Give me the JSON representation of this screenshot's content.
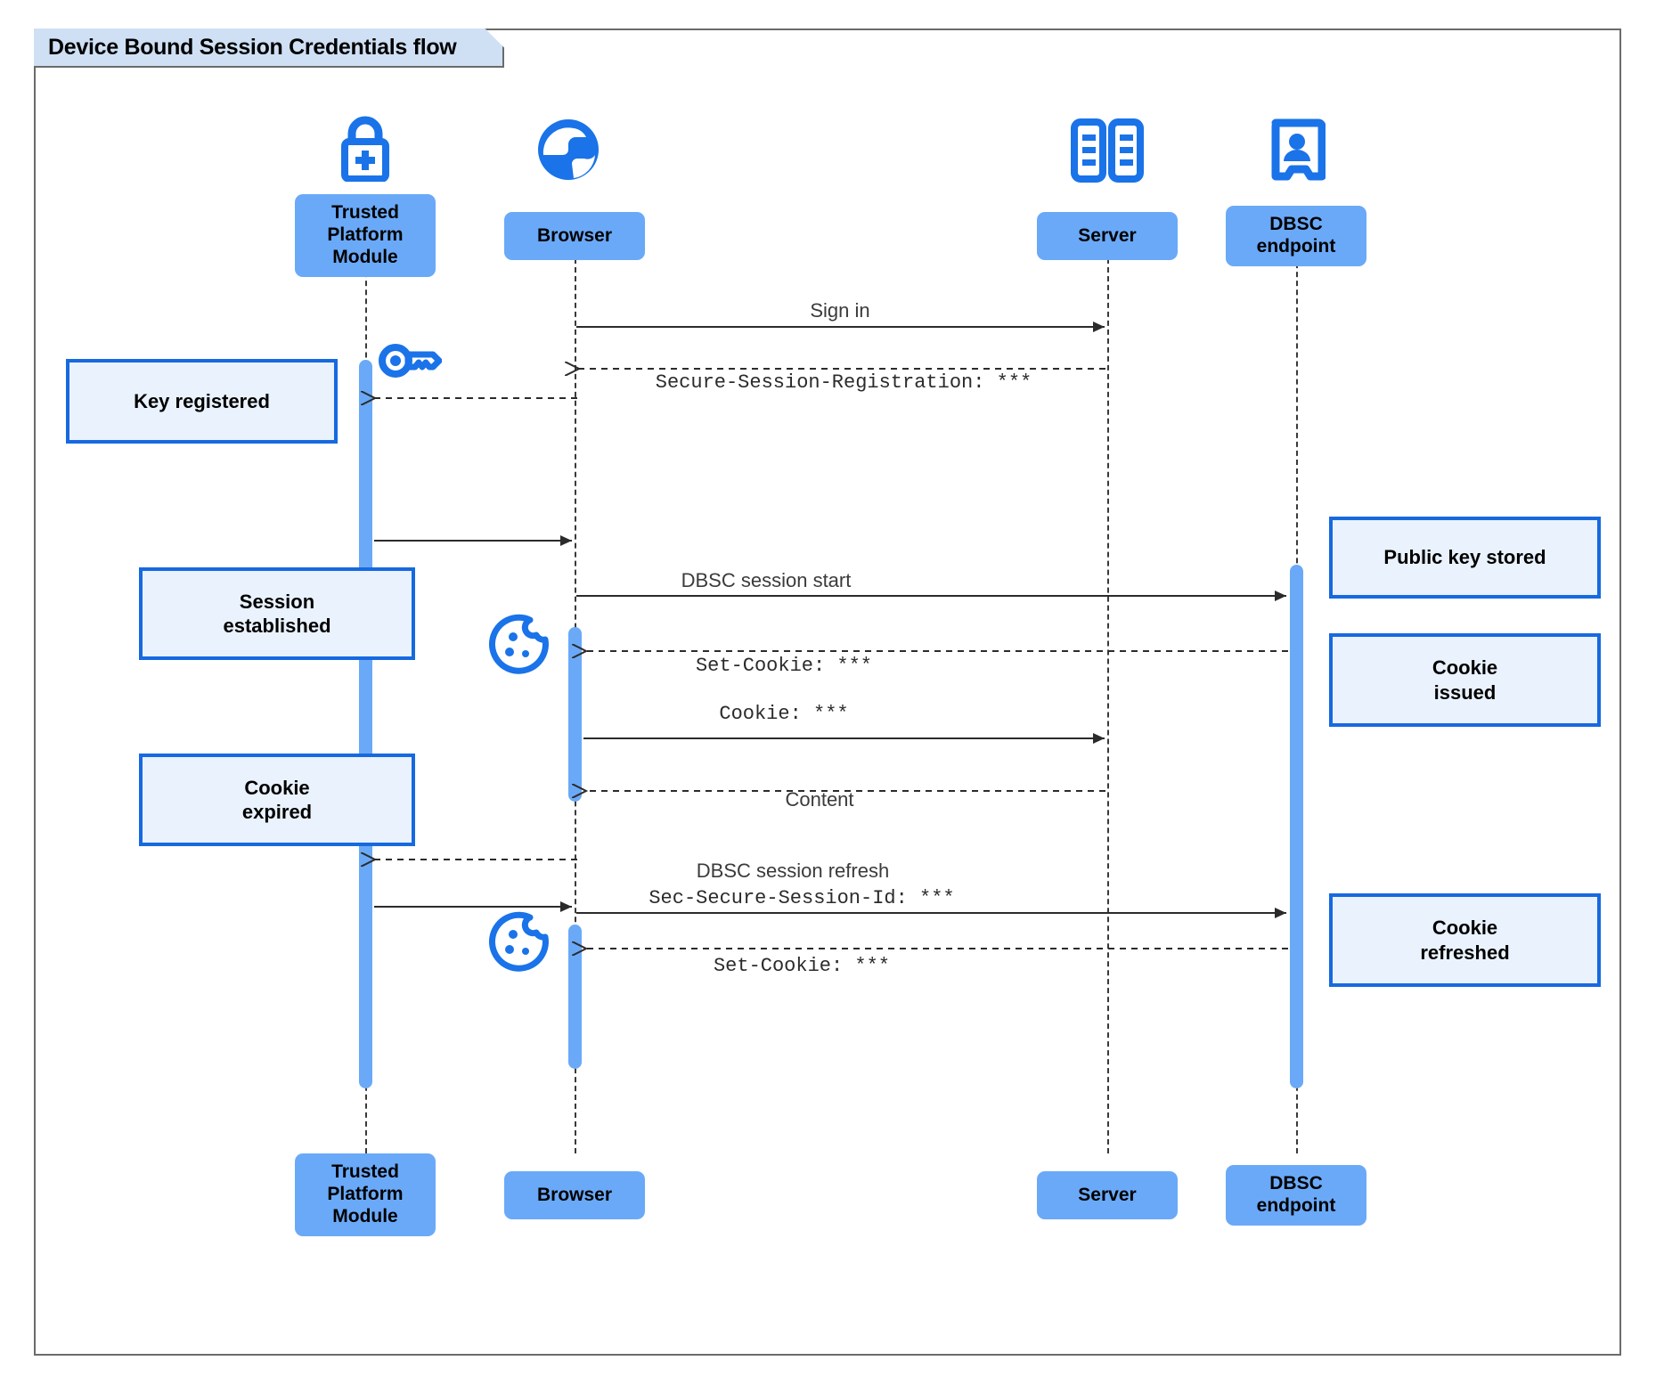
{
  "diagram": {
    "kind": "uml-sequence-diagram",
    "title": "Device Bound Session Credentials flow",
    "colors": {
      "participant_fill": "#6aa9f8",
      "note_fill": "#eaf2fd",
      "note_border": "#1769e0",
      "icon_blue": "#1a73e8",
      "frame_border": "#6b6b6b",
      "title_fill": "#cfe0f5",
      "lifeline": "#3a3a3a"
    }
  },
  "participants": [
    {
      "id": "tpm",
      "label": "Trusted\nPlatform\nModule",
      "icon": "padlock-plus-icon"
    },
    {
      "id": "browser",
      "label": "Browser",
      "icon": "globe-icon"
    },
    {
      "id": "server",
      "label": "Server",
      "icon": "server-rack-icon"
    },
    {
      "id": "dbsc",
      "label": "DBSC\nendpoint",
      "icon": "id-badge-icon"
    }
  ],
  "messages": [
    {
      "id": "m1",
      "label": "Sign in",
      "style": "sans",
      "from": "browser",
      "to": "server",
      "arrow": "solid"
    },
    {
      "id": "m2",
      "label": "Secure-Session-Registration: ***",
      "style": "mono",
      "from": "server",
      "to": "browser",
      "arrow": "dashed"
    },
    {
      "id": "m3",
      "label": "",
      "style": "sans",
      "from": "server",
      "to": "tpm",
      "arrow": "dashed"
    },
    {
      "id": "m4",
      "label": "",
      "style": "sans",
      "from": "tpm",
      "to": "browser",
      "arrow": "solid"
    },
    {
      "id": "m5",
      "label": "DBSC session start",
      "style": "sans",
      "from": "browser",
      "to": "dbsc",
      "arrow": "solid"
    },
    {
      "id": "m6",
      "label": "Set-Cookie: ***",
      "style": "mono",
      "from": "dbsc",
      "to": "browser",
      "arrow": "dashed"
    },
    {
      "id": "m7",
      "label": "Cookie: ***",
      "style": "mono",
      "from": "browser",
      "to": "server",
      "arrow": "solid"
    },
    {
      "id": "m8",
      "label": "Content",
      "style": "sans",
      "from": "server",
      "to": "browser",
      "arrow": "dashed"
    },
    {
      "id": "m9",
      "label": "",
      "style": "sans",
      "from": "browser",
      "to": "tpm",
      "arrow": "dashed"
    },
    {
      "id": "m10",
      "label": "",
      "style": "sans",
      "from": "tpm",
      "to": "browser",
      "arrow": "solid"
    },
    {
      "id": "m11",
      "label": "DBSC session refresh",
      "style": "sans",
      "from": "browser",
      "to": "dbsc",
      "arrow": "solid"
    },
    {
      "id": "m12",
      "label": "Sec-Secure-Session-Id: ***",
      "style": "mono",
      "from": "browser",
      "to": "dbsc",
      "arrow": "solid"
    },
    {
      "id": "m13",
      "label": "Set-Cookie: ***",
      "style": "mono",
      "from": "dbsc",
      "to": "browser",
      "arrow": "dashed"
    }
  ],
  "notes": [
    {
      "id": "n1",
      "label": "Key registered",
      "side": "left"
    },
    {
      "id": "n2",
      "label": "Session\nestablished",
      "side": "left"
    },
    {
      "id": "n3",
      "label": "Cookie\nexpired",
      "side": "left"
    },
    {
      "id": "n4",
      "label": "Public key stored",
      "side": "right"
    },
    {
      "id": "n5",
      "label": "Cookie\nissued",
      "side": "right"
    },
    {
      "id": "n6",
      "label": "Cookie\nrefreshed",
      "side": "right"
    }
  ],
  "inline_icons": [
    {
      "id": "key1",
      "name": "key-icon",
      "lifeline": "tpm"
    },
    {
      "id": "cookie1",
      "name": "cookie-icon",
      "lifeline": "browser"
    },
    {
      "id": "cookie2",
      "name": "cookie-icon",
      "lifeline": "browser"
    }
  ]
}
